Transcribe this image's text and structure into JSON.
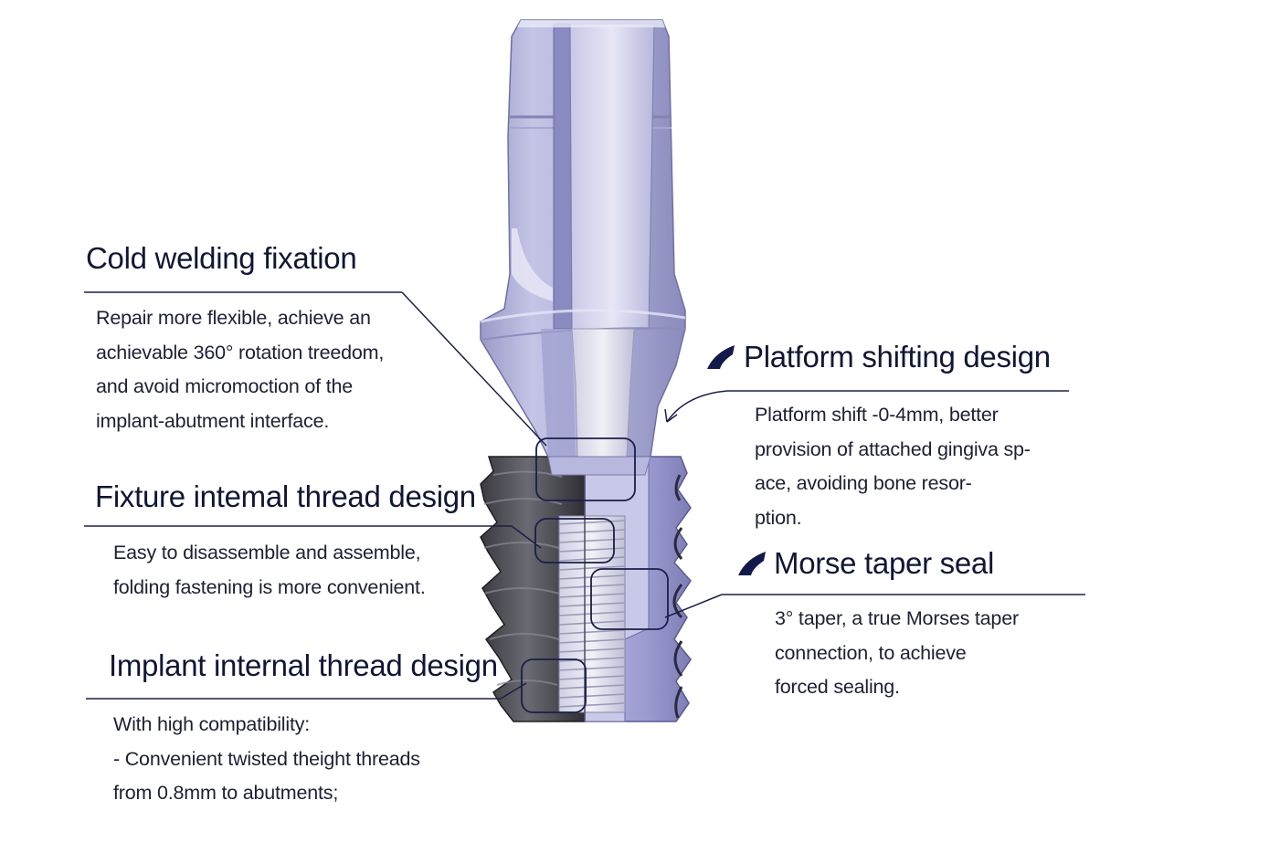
{
  "annotations": {
    "cold_welding": {
      "title": "Cold welding fixation",
      "lines": [
        "Repair more flexible, achieve an",
        "achievable 360° rotation treedom,",
        "and avoid micromoction of the",
        "implant-abutment interface."
      ]
    },
    "fixture_thread": {
      "title": "Fixture intemal thread design",
      "lines": [
        "Easy to disassemble and assemble,",
        "folding fastening is more convenient."
      ]
    },
    "implant_thread": {
      "title": "Implant internal thread design",
      "lines": [
        "With high compatibility:",
        "- Convenient twisted theight threads",
        "from 0.8mm to abutments;"
      ]
    },
    "platform_shifting": {
      "title": "Platform shifting design",
      "lines": [
        "Platform shift -0-4mm, better",
        "provision of attached gingiva sp-",
        "ace, avoiding bone resor-",
        "ption."
      ]
    },
    "morse_taper": {
      "title": "Morse taper seal",
      "lines": [
        "3° taper, a true Morses taper",
        "connection, to achieve",
        "forced sealing."
      ]
    }
  },
  "colors": {
    "abutment_main": "#b9b9de",
    "abutment_light": "#dcdcf0",
    "abutment_shadow": "#8e8ec0",
    "implant_dark": "#3a3a3e",
    "implant_blue": "#9c9cd2",
    "leader_line": "#1b2046",
    "marker": "#131a4a"
  }
}
